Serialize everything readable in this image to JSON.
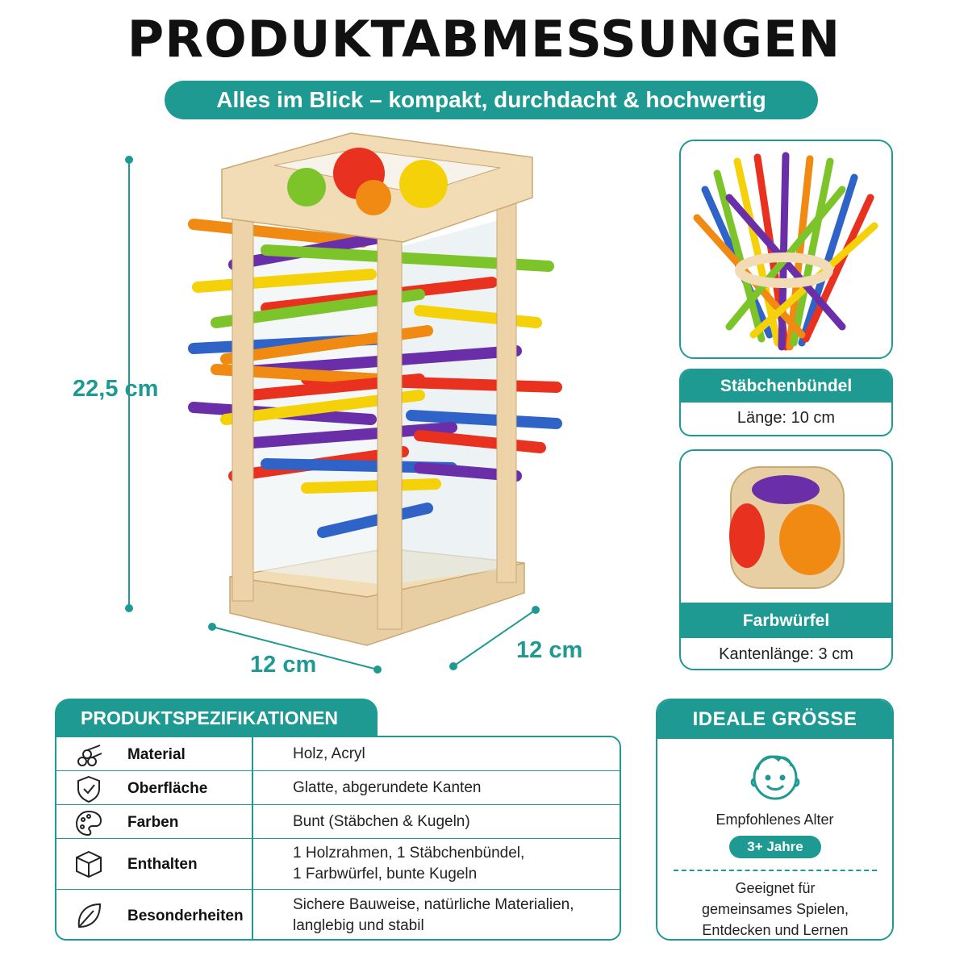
{
  "header": {
    "title": "PRODUKTABMESSUNGEN",
    "subtitle": "Alles im Blick – kompakt, durchdacht & hochwertig"
  },
  "dimensions": {
    "height": "22,5 cm",
    "width": "12 cm",
    "depth": "12 cm"
  },
  "side_cards": [
    {
      "title": "Stäbchenbündel",
      "detail": "Länge: 10 cm"
    },
    {
      "title": "Farbwürfel",
      "detail": "Kantenlänge: 3 cm"
    }
  ],
  "specs": {
    "heading": "PRODUKTSPEZIFIKATIONEN",
    "rows": [
      {
        "icon": "wood-logs-icon",
        "key": "Material",
        "value": "Holz, Acryl"
      },
      {
        "icon": "shield-check-icon",
        "key": "Oberfläche",
        "value": "Glatte, abgerundete Kanten"
      },
      {
        "icon": "palette-icon",
        "key": "Farben",
        "value": "Bunt (Stäbchen & Kugeln)"
      },
      {
        "icon": "box-icon",
        "key": "Enthalten",
        "value_line1": "1 Holzrahmen, 1 Stäbchenbündel,",
        "value_line2": "1 Farbwürfel, bunte Kugeln"
      },
      {
        "icon": "leaf-icon",
        "key": "Besonderheiten",
        "value_line1": "Sichere Bauweise, natürliche Materialien,",
        "value_line2": "langlebig und stabil"
      }
    ]
  },
  "ideal": {
    "heading": "IDEALE GRÖSSE",
    "age_label": "Empfohlenes Alter",
    "age_value": "3+ Jahre",
    "desc_line1": "Geeignet für",
    "desc_line2": "gemeinsames Spielen,",
    "desc_line3": "Entdecken und Lernen"
  },
  "colors": {
    "accent": "#1e9a93",
    "wood": "#e8cfa3",
    "stick_colors": [
      "#e8311f",
      "#f08a12",
      "#f5d10a",
      "#7cc42a",
      "#2f63c8",
      "#6a2fa8"
    ]
  }
}
